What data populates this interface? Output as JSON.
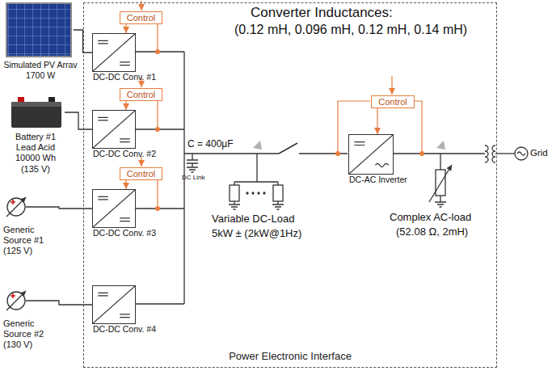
{
  "diagram": {
    "nodes": [
      {
        "text": [
          "Power Electronic Interface"
        ]
      },
      {
        "text": [
          "Simulated PV Arrav 1700 W"
        ]
      },
      {
        "text": [
          "Control"
        ],
        "in": 0
      },
      {
        "text": [
          "DC-DC Conv. #1"
        ],
        "in": 0
      },
      {
        "text": [
          "Battery #1 Lead Acid 10000 Wh (135 V)"
        ]
      },
      {
        "text": [
          "Control"
        ],
        "in": 0
      },
      {
        "text": [
          "DC-DC Conv. #2"
        ],
        "in": 0
      },
      {
        "text": [
          "Generic Source #1 (125 V)"
        ]
      },
      {
        "text": [
          "Control"
        ],
        "in": 0
      },
      {
        "text": [
          "DC-DC Conv. #3"
        ],
        "in": 0
      },
      {
        "text": [
          "Generic Source #2 (130 V)"
        ]
      },
      {
        "text": [
          "DC-DC Conv. #4"
        ],
        "in": 0
      },
      {
        "text": [
          "Control"
        ],
        "in": 0
      },
      {
        "text": [
          "DC-AC Inverter"
        ],
        "in": 0
      }
    ],
    "edges": [
      {
        "from": 1,
        "to": 3,
        "arrow": "none"
      },
      {
        "from": 2,
        "to": 3,
        "arrow": "to"
      },
      {
        "from": 4,
        "to": 6,
        "arrow": "none"
      },
      {
        "from": 5,
        "to": 6,
        "arrow": "to"
      },
      {
        "from": 7,
        "to": 9,
        "arrow": "none"
      },
      {
        "from": 8,
        "to": 9,
        "arrow": "to"
      },
      {
        "from": 10,
        "to": 11,
        "arrow": "none"
      },
      {
        "from": 12,
        "to": 13,
        "arrow": "to"
      }
    ],
    "labels": [
      "Converter Inductances:",
      "(0.12 mH, 0.096 mH, 0.12 mH, 0.14 mH)",
      "C = 400μF",
      "DC Link",
      "Variable DC-Load",
      "5kW ± (2kW@1Hz)",
      "Complex AC-load",
      "(52.08 Ω, 2mH)",
      "Grid"
    ]
  }
}
